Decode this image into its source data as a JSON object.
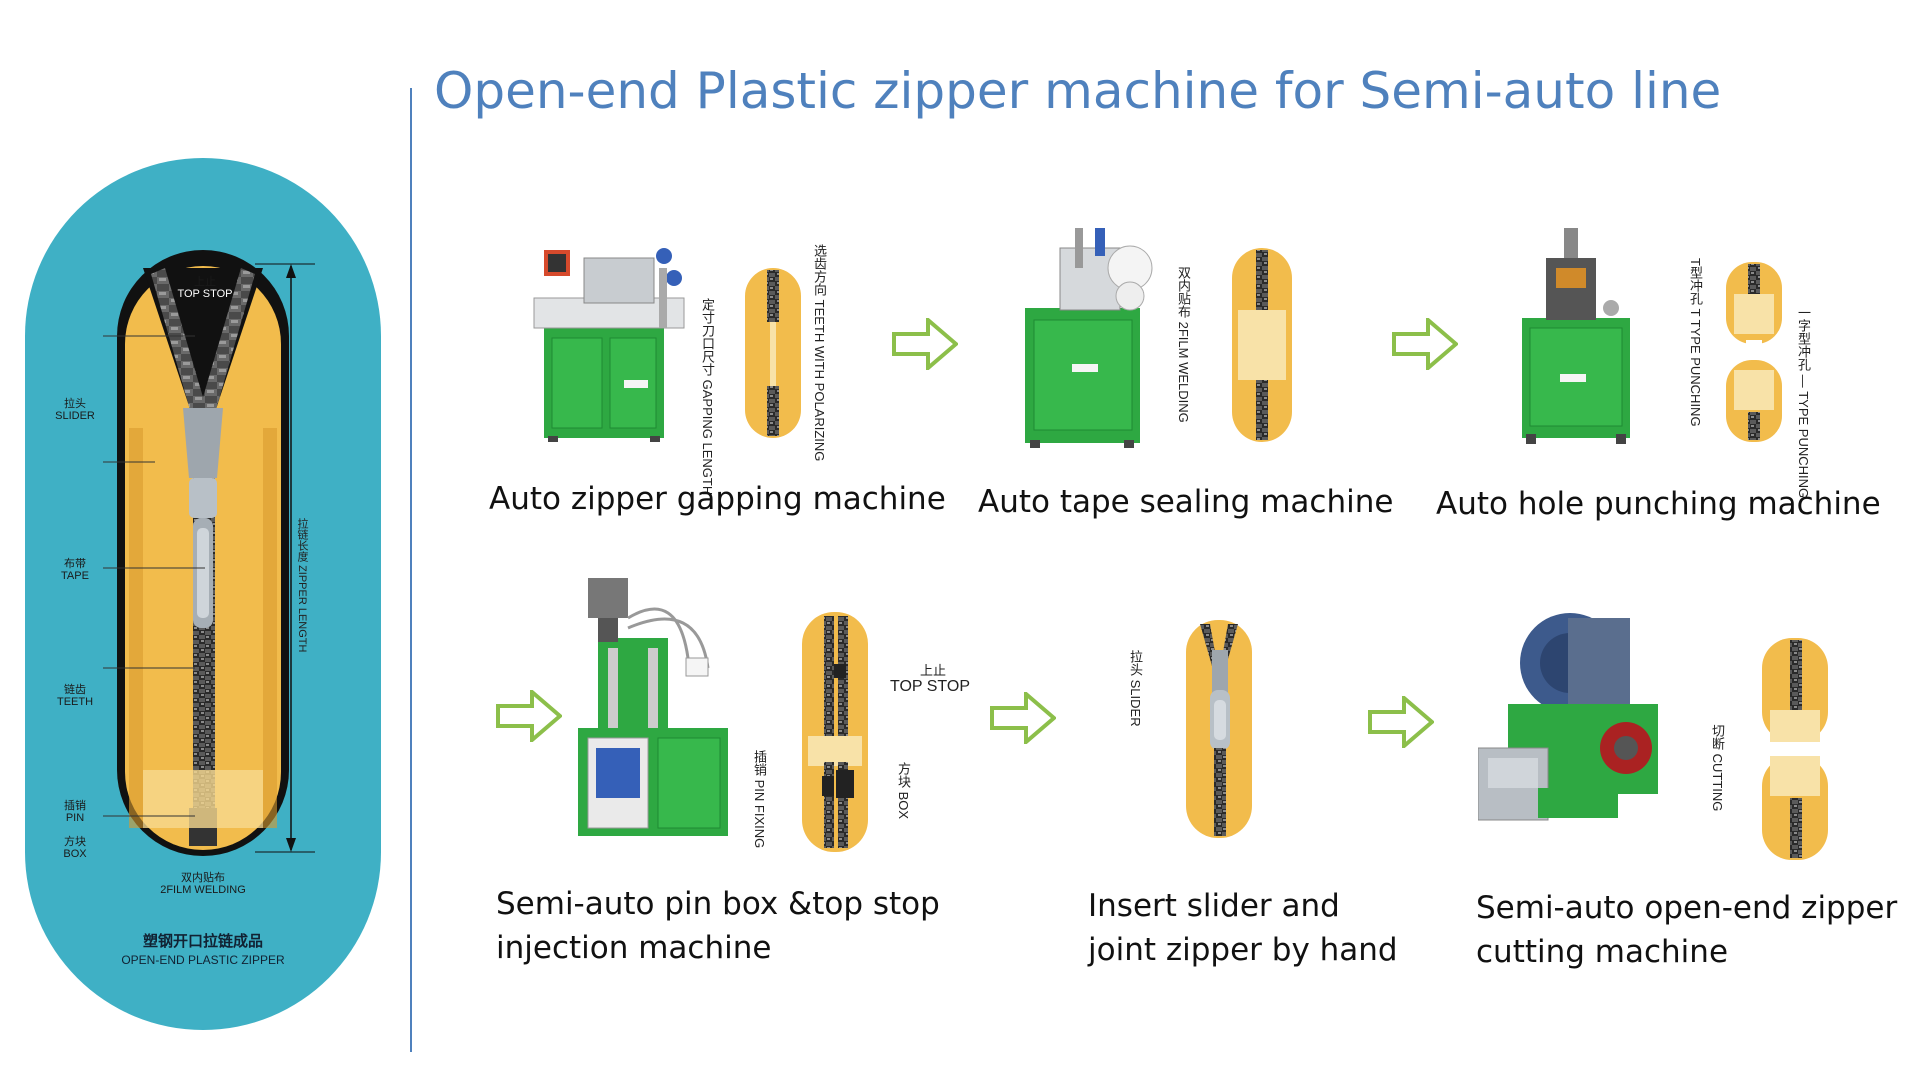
{
  "title": "Open-end Plastic zipper machine for Semi-auto line",
  "colors": {
    "title": "#4f81bd",
    "teal": "#3fb0c5",
    "machine_green": "#2ea842",
    "arrow": "#8cbf4a",
    "tape": "#f2bc4c"
  },
  "left_panel": {
    "top_stop_cn": "上止",
    "top_stop_en": "TOP STOP",
    "slider_cn": "拉头",
    "slider_en": "SLIDER",
    "tape_cn": "布带",
    "tape_en": "TAPE",
    "teeth_cn": "链齿",
    "teeth_en": "TEETH",
    "pin_cn": "插销",
    "pin_en": "PIN",
    "box_cn": "方块",
    "box_en": "BOX",
    "zipper_length_cn": "拉链长度",
    "zipper_length_en": "ZIPPER LENGTH",
    "film_cn": "双内贴布",
    "film_en": "2FILM WELDING",
    "product_cn": "塑钢开口拉链成品",
    "product_en": "OPEN-END PLASTIC ZIPPER"
  },
  "steps": [
    {
      "caption": "Auto zipper gapping machine",
      "labels": [
        "定寸刀口尺寸",
        "GAPPING LENGTH",
        "选齿方向",
        "TEETH WITH POLARIZING"
      ]
    },
    {
      "caption": "Auto tape sealing machine",
      "labels": [
        "双内贴布",
        "2FILM WELDING"
      ]
    },
    {
      "caption": "Auto hole punching machine",
      "labels": [
        "T型冲孔",
        "T TYPE PUNCHING",
        "一字型冲孔",
        "— TYPE PUNCHING"
      ]
    },
    {
      "caption_lines": [
        "Semi-auto pin box &top stop",
        "injection machine"
      ],
      "labels": [
        "上止",
        "TOP STOP",
        "插销",
        "PIN FIXING",
        "方块",
        "BOX"
      ]
    },
    {
      "caption_lines": [
        "Insert slider and",
        "joint zipper by hand"
      ],
      "labels": [
        "拉头",
        "SLIDER"
      ]
    },
    {
      "caption_lines": [
        "Semi-auto open-end zipper",
        "cutting machine"
      ],
      "labels": [
        "切断",
        "CUTTING"
      ]
    }
  ]
}
